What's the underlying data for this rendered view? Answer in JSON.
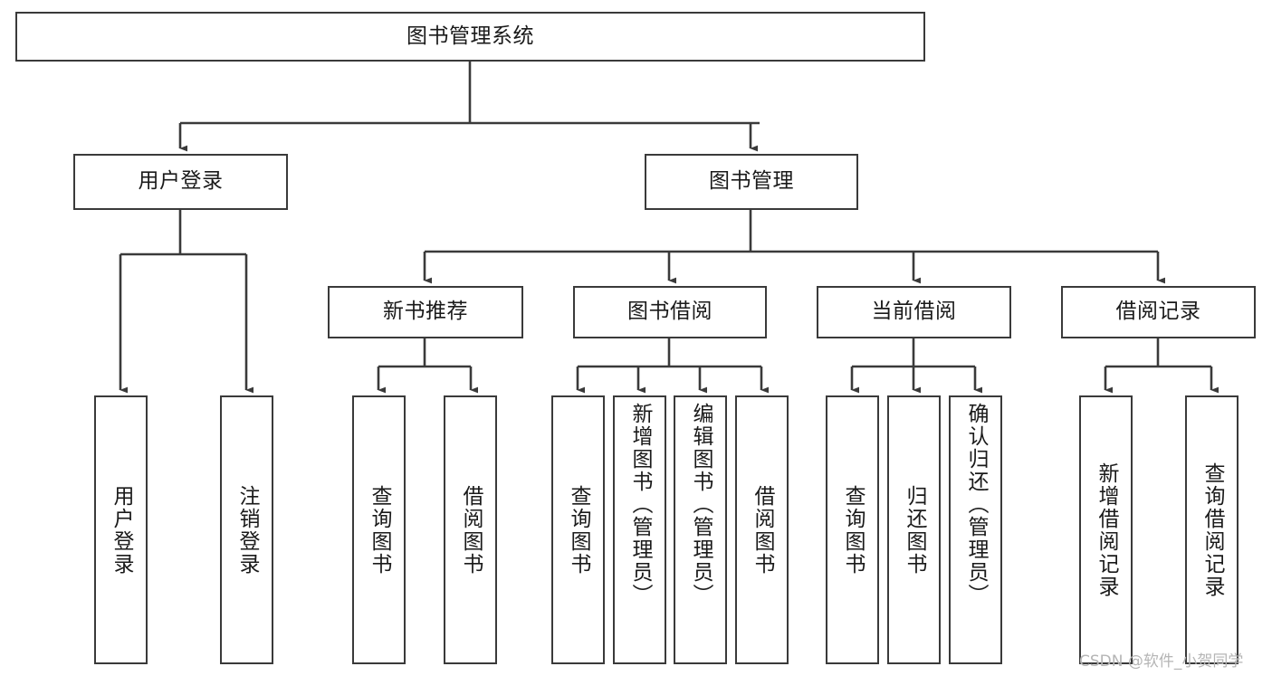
{
  "diagram": {
    "type": "tree-hierarchy",
    "title": "图书管理系统",
    "watermark": "CSDN @软件_小贺同学",
    "colors": {
      "box_border": "#3a3a3a",
      "box_fill": "#ffffff",
      "connector": "#3a3a3a",
      "text": "#1a1a1a",
      "watermark": "#b5b5b5",
      "background": "#ffffff"
    },
    "nodes": {
      "root": {
        "label": "图书管理系统"
      },
      "level1": [
        {
          "id": "user-login",
          "label": "用户登录"
        },
        {
          "id": "book-management",
          "label": "图书管理"
        }
      ],
      "level2": [
        {
          "id": "new-book-recommend",
          "label": "新书推荐"
        },
        {
          "id": "book-borrow",
          "label": "图书借阅"
        },
        {
          "id": "current-borrow",
          "label": "当前借阅"
        },
        {
          "id": "borrow-record",
          "label": "借阅记录"
        }
      ],
      "leaves": {
        "user_login": [
          {
            "id": "leaf-user-login",
            "label": "用户登录"
          },
          {
            "id": "leaf-logout",
            "label": "注销登录"
          }
        ],
        "new_book_recommend": [
          {
            "id": "leaf-query-book-1",
            "label": "查询图书"
          },
          {
            "id": "leaf-borrow-book-1",
            "label": "借阅图书"
          }
        ],
        "book_borrow": [
          {
            "id": "leaf-query-book-2",
            "label": "查询图书"
          },
          {
            "id": "leaf-add-book-admin",
            "label": "新增图书（管理员）"
          },
          {
            "id": "leaf-edit-book-admin",
            "label": "编辑图书（管理员）"
          },
          {
            "id": "leaf-borrow-book-2",
            "label": "借阅图书"
          }
        ],
        "current_borrow": [
          {
            "id": "leaf-query-book-3",
            "label": "查询图书"
          },
          {
            "id": "leaf-return-book",
            "label": "归还图书"
          },
          {
            "id": "leaf-confirm-return-admin",
            "label": "确认归还（管理员）"
          }
        ],
        "borrow_record": [
          {
            "id": "leaf-add-borrow-record",
            "label": "新增借阅记录"
          },
          {
            "id": "leaf-query-borrow-record",
            "label": "查询借阅记录"
          }
        ]
      }
    }
  }
}
